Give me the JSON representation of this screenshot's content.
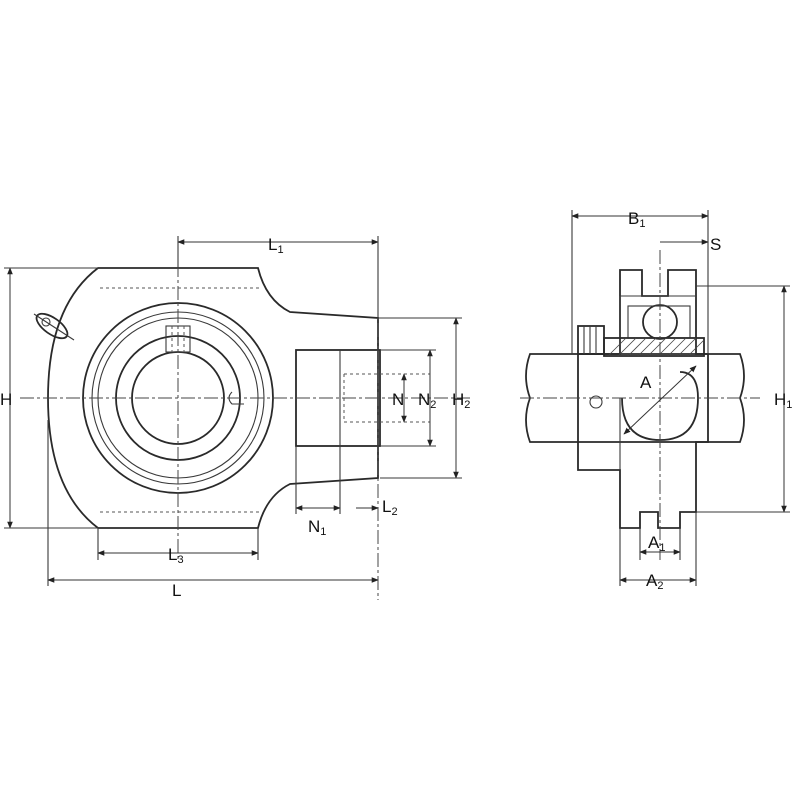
{
  "front_view": {
    "labels": {
      "L1": {
        "main": "L",
        "sub": "1"
      },
      "L": {
        "main": "L",
        "sub": ""
      },
      "L2": {
        "main": "L",
        "sub": "2"
      },
      "L3": {
        "main": "L",
        "sub": "3"
      },
      "N1": {
        "main": "N",
        "sub": "1"
      },
      "N": {
        "main": "N",
        "sub": ""
      },
      "N2": {
        "main": "N",
        "sub": "2"
      },
      "H": {
        "main": "H",
        "sub": ""
      },
      "H2": {
        "main": "H",
        "sub": "2"
      }
    }
  },
  "side_view": {
    "labels": {
      "B1": {
        "main": "B",
        "sub": "1"
      },
      "S": {
        "main": "S",
        "sub": ""
      },
      "A": {
        "main": "A",
        "sub": ""
      },
      "H1": {
        "main": "H",
        "sub": "1"
      },
      "A1": {
        "main": "A",
        "sub": "1"
      },
      "A2": {
        "main": "A",
        "sub": "2"
      }
    }
  }
}
